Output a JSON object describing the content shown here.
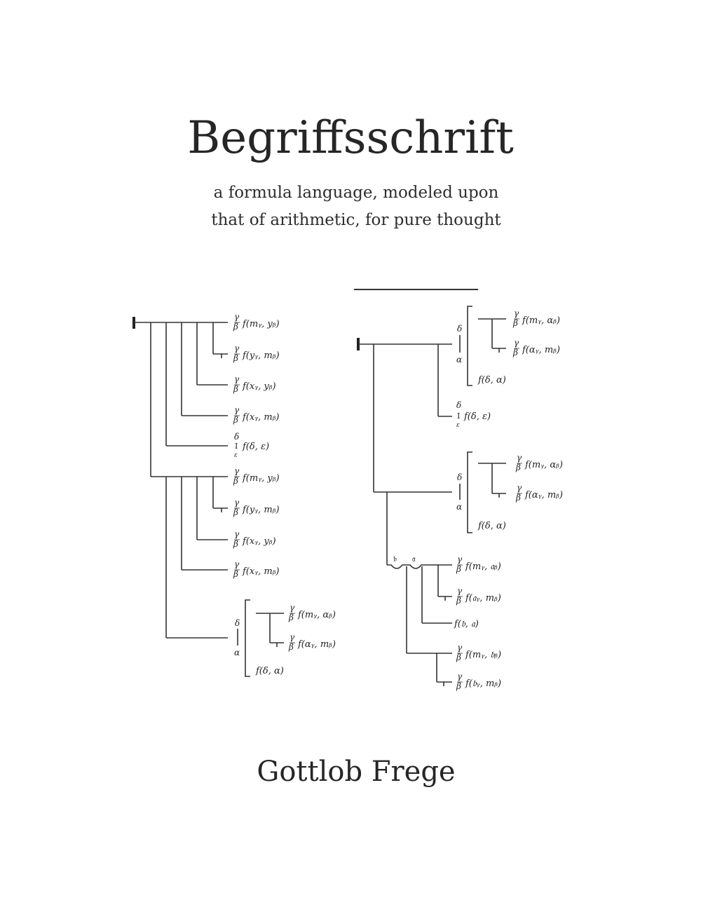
{
  "cover": {
    "title": "Begriffsschrift",
    "subtitle_line1": "a formula language, modeled upon",
    "subtitle_line2": "that of arithmetic, for pure thought",
    "author": "Gottlob Frege"
  },
  "diagrams": {
    "left": {
      "formulas": [
        "f(mᵧ, yᵦ)",
        "f(yᵧ, mᵦ)",
        "f(xᵧ, yᵦ)",
        "f(xᵧ, mᵦ)",
        "f(δ, ε)",
        "f(mᵧ, yᵦ)",
        "f(yᵧ, mᵦ)",
        "f(xᵧ, yᵦ)",
        "f(xᵧ, mᵦ)",
        "f(mᵧ, αᵦ)",
        "f(αᵧ, mᵦ)",
        "f(δ, α)"
      ]
    },
    "right": {
      "formulas": [
        "f(mᵧ, αᵦ)",
        "f(αᵧ, mᵦ)",
        "f(δ, α)",
        "f(δ, ε)",
        "f(mᵧ, αᵦ)",
        "f(αᵧ, mᵦ)",
        "f(δ, α)",
        "f(mᵧ, 𝔞ᵦ)",
        "f(𝔞ᵧ, mᵦ)",
        "f(𝔟, 𝔞)",
        "f(mᵧ, 𝔟ᵦ)",
        "f(𝔟ᵧ, mᵦ)"
      ],
      "concavity_letters": [
        "𝔟",
        "𝔞"
      ]
    },
    "symbols": {
      "gamma": "γ",
      "beta": "β",
      "delta": "δ",
      "alpha": "α",
      "epsilon": "ε",
      "identity_bar": "I"
    }
  }
}
